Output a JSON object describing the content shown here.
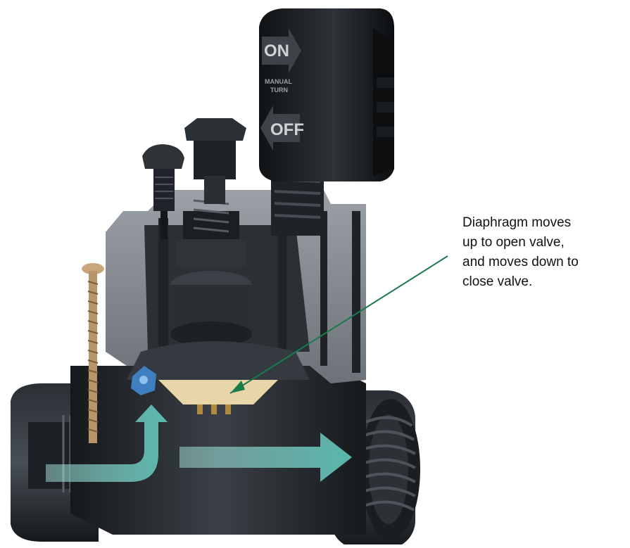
{
  "diagram": {
    "solenoid_labels": {
      "on": "ON",
      "manual_turn_line1": "MANUAL",
      "manual_turn_line2": "TURN",
      "off": "OFF"
    },
    "annotation": {
      "lines": [
        "Diaphragm moves",
        "up to open valve,",
        "and moves down to",
        "close valve."
      ]
    },
    "colors": {
      "leader_line": "#1a7a4a",
      "flow_arrows": "#7fd6cc",
      "valve_body": "#262a2e",
      "diaphragm": "#e8d6a8",
      "housing_cutaway": "#8a9096",
      "bleed_screw": "#3f7fbf",
      "solenoid_text": "#cfd3d6"
    }
  }
}
